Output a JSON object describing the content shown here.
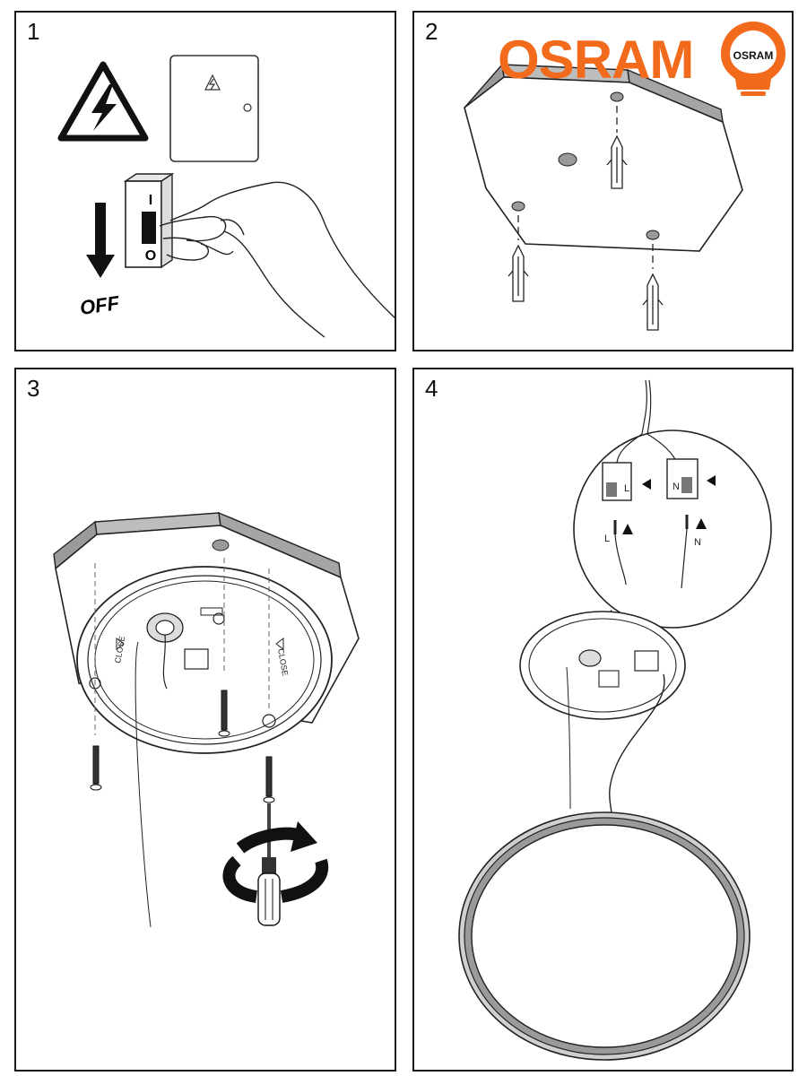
{
  "steps": [
    {
      "number": "1",
      "off_label": "OFF",
      "switch_on": "I",
      "switch_off": "O"
    },
    {
      "number": "2"
    },
    {
      "number": "3",
      "close_label": "CLOSE"
    },
    {
      "number": "4",
      "wire_l": "L",
      "wire_n": "N"
    }
  ],
  "brand": {
    "wordmark": "OSRAM",
    "badge_text": "OSRAM"
  },
  "colors": {
    "brand_orange": "#F26B1D",
    "line": "#1a1a1a",
    "ceiling_edge": "#9a9a9a"
  },
  "icons": [
    "high-voltage-warning-icon",
    "fuse-box-icon",
    "down-arrow-icon",
    "screwdriver-icon",
    "rotate-clockwise-icon",
    "osram-bulb-logo-icon"
  ]
}
